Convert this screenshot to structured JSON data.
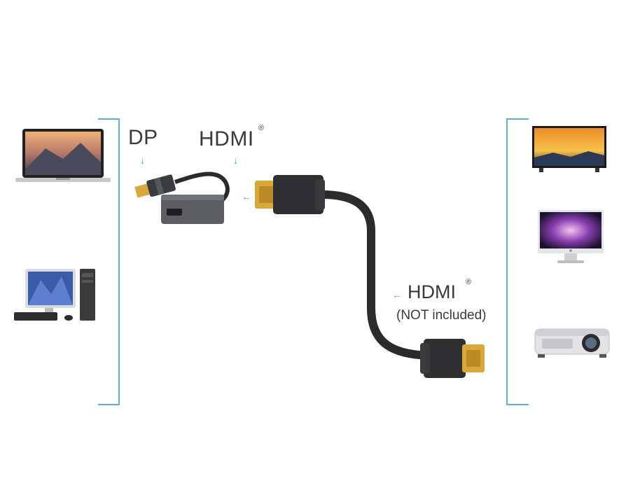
{
  "labels": {
    "dp": "DP",
    "hdmi_top": "HDMI",
    "hdmi_right": "HDMI",
    "registered": "®",
    "not_included": "(NOT included)"
  },
  "arrows": {
    "down": "↓",
    "left": "←"
  },
  "colors": {
    "bracket": "#5bb2d6",
    "arrow": "#4aa3d8",
    "cable": "#2b2b2b",
    "connector_gold": "#d8a83a",
    "adapter_body": "#5c5e62"
  },
  "devices_left": [
    "laptop-icon",
    "desktop-computer-icon"
  ],
  "devices_right": [
    "television-icon",
    "monitor-icon",
    "projector-icon"
  ]
}
